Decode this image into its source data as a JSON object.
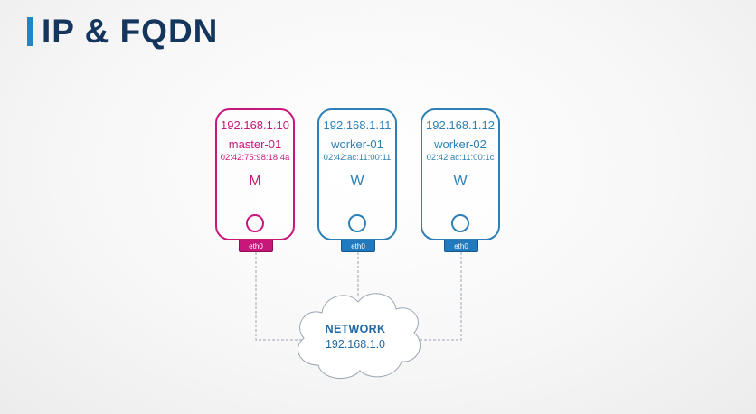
{
  "title": "IP & FQDN",
  "colors": {
    "master": "#c8177b",
    "worker": "#2d80b5",
    "port_master": "#c8177b",
    "port_worker": "#1f7ac0",
    "title": "#14355c",
    "accent": "#1f86c9",
    "network_text": "#1f6aa5",
    "link": "#9aa6b2"
  },
  "nodes": [
    {
      "ip": "192.168.1.10",
      "hostname": "master-01",
      "mac": "02:42:75:98:18:4a",
      "role": "M",
      "port": "eth0"
    },
    {
      "ip": "192.168.1.11",
      "hostname": "worker-01",
      "mac": "02:42:ac:11:00:11",
      "role": "W",
      "port": "eth0"
    },
    {
      "ip": "192.168.1.12",
      "hostname": "worker-02",
      "mac": "02:42:ac:11:00:1c",
      "role": "W",
      "port": "eth0"
    }
  ],
  "network": {
    "label": "NETWORK",
    "address": "192.168.1.0"
  }
}
